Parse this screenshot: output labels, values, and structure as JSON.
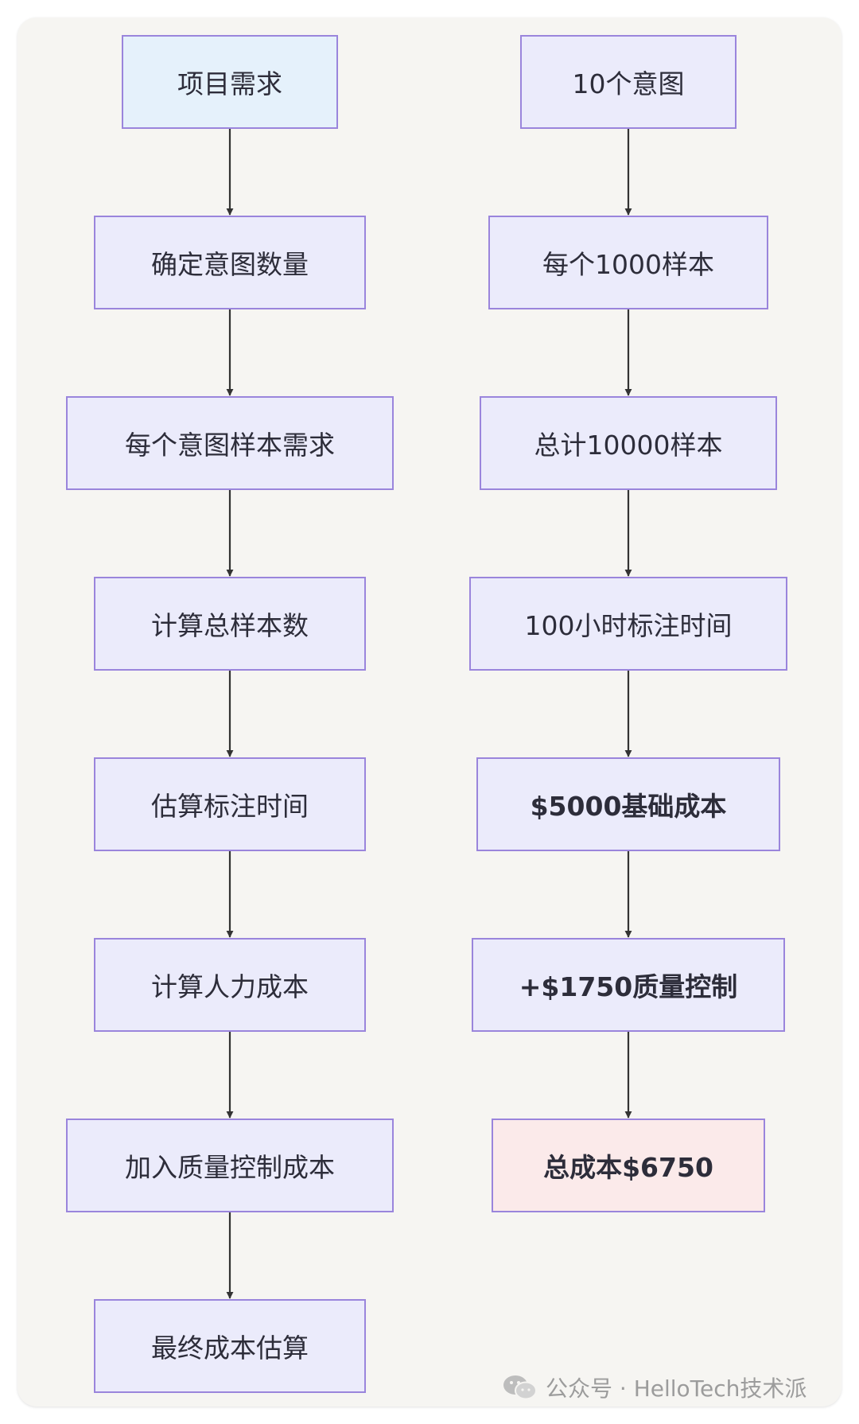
{
  "left_flow": [
    {
      "id": "L1",
      "label": "项目需求"
    },
    {
      "id": "L2",
      "label": "确定意图数量"
    },
    {
      "id": "L3",
      "label": "每个意图样本需求"
    },
    {
      "id": "L4",
      "label": "计算总样本数"
    },
    {
      "id": "L5",
      "label": "估算标注时间"
    },
    {
      "id": "L6",
      "label": "计算人力成本"
    },
    {
      "id": "L7",
      "label": "加入质量控制成本"
    },
    {
      "id": "L8",
      "label": "最终成本估算"
    }
  ],
  "right_flow": [
    {
      "id": "R1",
      "label": "10个意图"
    },
    {
      "id": "R2",
      "label": "每个1000样本"
    },
    {
      "id": "R3",
      "label": "总计10000样本"
    },
    {
      "id": "R4",
      "label": "100小时标注时间"
    },
    {
      "id": "R5",
      "label": "$5000基础成本"
    },
    {
      "id": "R6",
      "label": "+$1750质量控制"
    },
    {
      "id": "R7",
      "label": "总成本$6750"
    }
  ],
  "edges": [
    [
      "L1",
      "L2"
    ],
    [
      "L2",
      "L3"
    ],
    [
      "L3",
      "L4"
    ],
    [
      "L4",
      "L5"
    ],
    [
      "L5",
      "L6"
    ],
    [
      "L6",
      "L7"
    ],
    [
      "L7",
      "L8"
    ],
    [
      "R1",
      "R2"
    ],
    [
      "R2",
      "R3"
    ],
    [
      "R3",
      "R4"
    ],
    [
      "R4",
      "R5"
    ],
    [
      "R5",
      "R6"
    ],
    [
      "R6",
      "R7"
    ]
  ],
  "colors": {
    "node_fill": "#ebebfb",
    "node_border": "#9a85dc",
    "start_fill": "#e5f1fb",
    "end_fill": "#fbeaea",
    "arrow": "#333333",
    "background": "#f6f5f2"
  },
  "watermark": {
    "icon": "wechat-icon",
    "text": "公众号 · HelloTech技术派"
  }
}
